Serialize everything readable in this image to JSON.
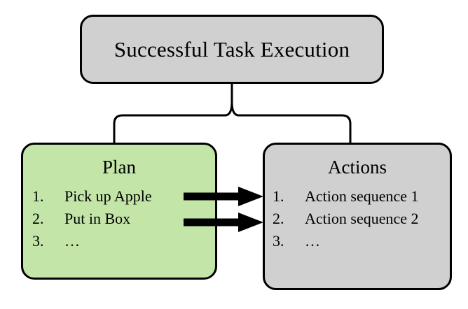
{
  "diagram": {
    "title_node": {
      "label": "Successful Task Execution",
      "fill": "#d0d0d0"
    },
    "plan_node": {
      "heading": "Plan",
      "fill": "#c3e5a8",
      "items": [
        {
          "number": "1.",
          "text": "Pick up Apple"
        },
        {
          "number": "2.",
          "text": "Put in Box"
        },
        {
          "number": "3.",
          "text": "…"
        }
      ]
    },
    "actions_node": {
      "heading": "Actions",
      "fill": "#d0d0d0",
      "items": [
        {
          "number": "1.",
          "text": "Action sequence 1"
        },
        {
          "number": "2.",
          "text": "Action sequence 2"
        },
        {
          "number": "3.",
          "text": "…"
        }
      ]
    },
    "connector": {
      "type": "curly-brace",
      "stroke": "#000000"
    },
    "arrows": {
      "count": 2,
      "direction": "plan-to-actions",
      "stroke": "#000000"
    }
  }
}
